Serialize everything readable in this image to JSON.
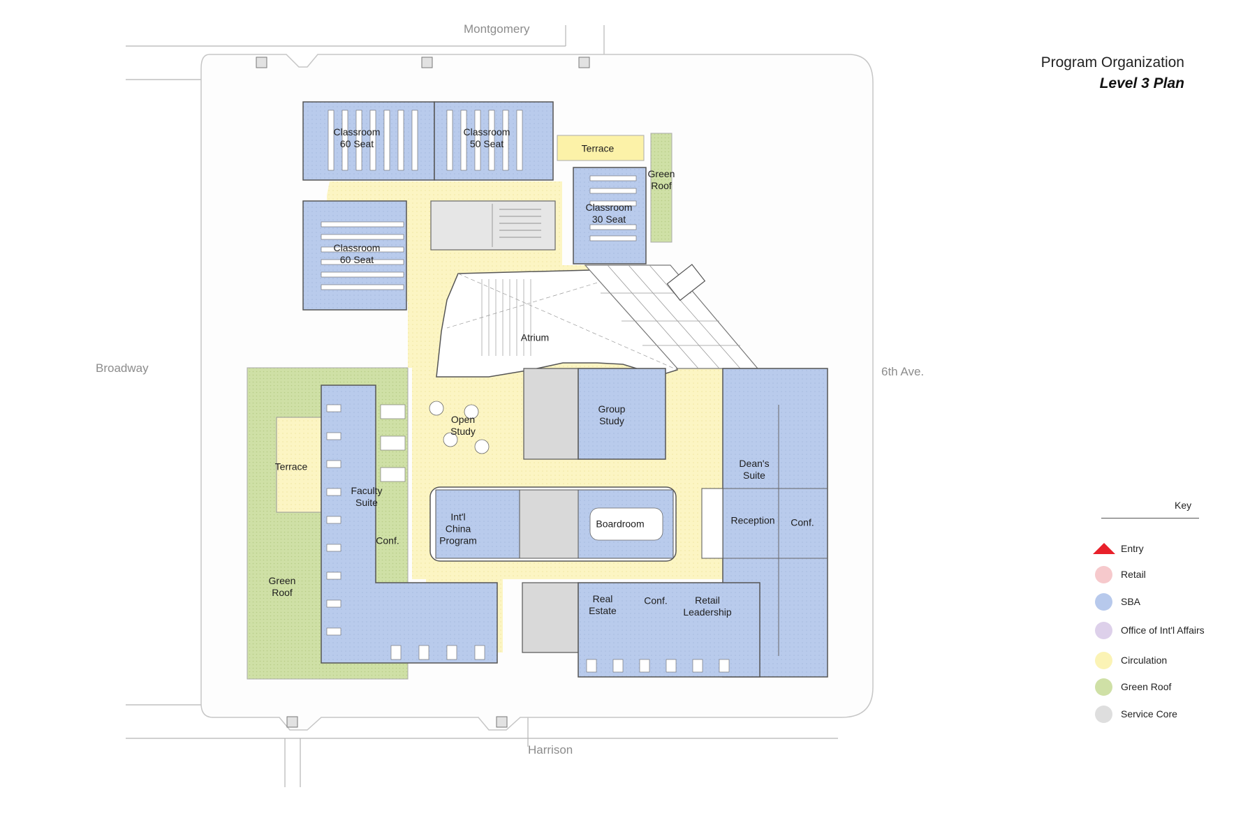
{
  "title": {
    "main": "Program Organization",
    "sub": "Level 3 Plan"
  },
  "streets": {
    "north": "Montgomery",
    "south": "Harrison",
    "west": "Broadway",
    "east": "6th Ave."
  },
  "rooms": {
    "classroom_60_a": [
      "Classroom",
      "60 Seat"
    ],
    "classroom_50": [
      "Classroom",
      "50 Seat"
    ],
    "terrace_north": "Terrace",
    "green_roof_ne": [
      "Green",
      "Roof"
    ],
    "classroom_30": [
      "Classroom",
      "30 Seat"
    ],
    "classroom_60_b": [
      "Classroom",
      "60 Seat"
    ],
    "atrium": "Atrium",
    "open_study": [
      "Open",
      "Study"
    ],
    "group_study": [
      "Group",
      "Study"
    ],
    "terrace_west": "Terrace",
    "faculty_suite": [
      "Faculty",
      "Suite"
    ],
    "conf_west": "Conf.",
    "intl_china": [
      "Int'l",
      "China",
      "Program"
    ],
    "boardroom": "Boardroom",
    "deans_suite": [
      "Dean's",
      "Suite"
    ],
    "reception": "Reception",
    "conf_east": "Conf.",
    "green_roof_w": [
      "Green",
      "Roof"
    ],
    "real_estate": [
      "Real",
      "Estate"
    ],
    "conf_south": "Conf.",
    "retail_leadership": [
      "Retail",
      "Leadership"
    ]
  },
  "key": {
    "title": "Key",
    "items": [
      {
        "label": "Entry",
        "icon": "triangle",
        "color": "#e8202a"
      },
      {
        "label": "Retail",
        "color": "#f6c9cc"
      },
      {
        "label": "SBA",
        "color": "#b7c9ec"
      },
      {
        "label": "Office of Int'l Affairs",
        "color": "#ddd0ea"
      },
      {
        "label": "Circulation",
        "color": "#fbf3b5"
      },
      {
        "label": "Green Roof",
        "color": "#cfe0a6"
      },
      {
        "label": "Service Core",
        "color": "#dedede"
      }
    ]
  },
  "colors": {
    "sba": "#b9cbec",
    "circulation": "#fcf5c3",
    "green_roof": "#cfe0a6",
    "service_core": "#d9d9d9",
    "line": "#6f6f6f"
  }
}
